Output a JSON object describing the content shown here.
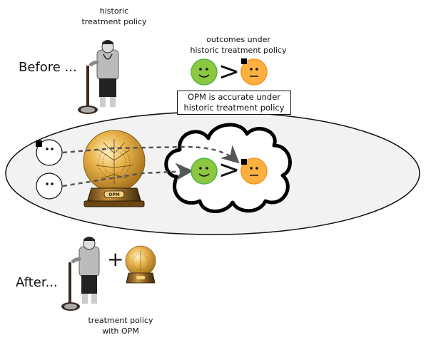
{
  "before": {
    "label": "Before ...",
    "policy_label_line1": "historic",
    "policy_label_line2": "treatment policy",
    "outcomes_label_line1": "outcomes under",
    "outcomes_label_line2": "historic treatment policy",
    "comparison_symbol": ">",
    "accuracy_note_line1": "OPM is accurate under",
    "accuracy_note_line2": "historic treatment policy"
  },
  "middle": {
    "model_badge": "OPM",
    "comparison_symbol": ">"
  },
  "after": {
    "label": "After...",
    "plus_symbol": "+",
    "policy_label_line1": "treatment policy",
    "policy_label_line2": "with OPM",
    "model_badge": "OPM"
  },
  "colors": {
    "happy_face": "#8dc63f",
    "happy_stroke": "#4cb848",
    "neutral_face": "#fbb040",
    "neutral_stroke": "#f7941d",
    "ellipse_fill": "#f2f2f2",
    "globe_gold": "#e0a93a",
    "arrow_gray": "#555555"
  }
}
